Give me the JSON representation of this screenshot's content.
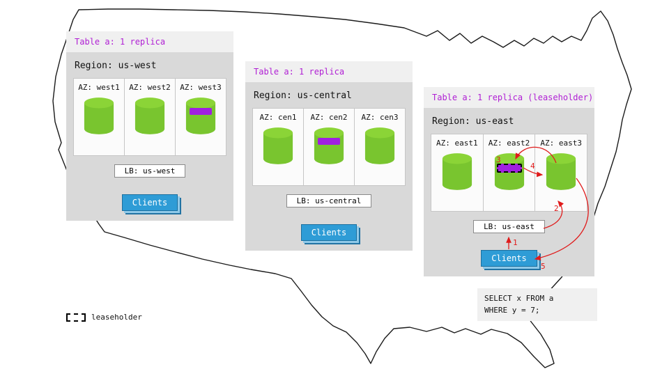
{
  "regions": [
    {
      "id": "us-west",
      "table_label": "Table a: 1 replica",
      "region_label": "Region: us-west",
      "azs": [
        {
          "label": "AZ: west1",
          "replica": false,
          "leaseholder": false
        },
        {
          "label": "AZ: west2",
          "replica": false,
          "leaseholder": false
        },
        {
          "label": "AZ: west3",
          "replica": true,
          "leaseholder": false
        }
      ],
      "lb_label": "LB: us-west",
      "clients_label": "Clients"
    },
    {
      "id": "us-central",
      "table_label": "Table a: 1 replica",
      "region_label": "Region: us-central",
      "azs": [
        {
          "label": "AZ: cen1",
          "replica": false,
          "leaseholder": false
        },
        {
          "label": "AZ: cen2",
          "replica": true,
          "leaseholder": false
        },
        {
          "label": "AZ: cen3",
          "replica": false,
          "leaseholder": false
        }
      ],
      "lb_label": "LB: us-central",
      "clients_label": "Clients"
    },
    {
      "id": "us-east",
      "table_label": "Table a: 1 replica (leaseholder)",
      "region_label": "Region: us-east",
      "azs": [
        {
          "label": "AZ: east1",
          "replica": false,
          "leaseholder": false
        },
        {
          "label": "AZ: east2",
          "replica": true,
          "leaseholder": true
        },
        {
          "label": "AZ: east3",
          "replica": false,
          "leaseholder": false
        }
      ],
      "lb_label": "LB: us-east",
      "clients_label": "Clients"
    }
  ],
  "query": {
    "line1": "SELECT x FROM a",
    "line2": "WHERE y = 7;"
  },
  "legend": {
    "label": "leaseholder"
  },
  "arrows": {
    "labels": [
      "1",
      "2",
      "3",
      "4",
      "5"
    ]
  },
  "colors": {
    "accent_title": "#b01fd4",
    "replica": "#a020e0",
    "cylinder_body": "#79c52f",
    "cylinder_top": "#8bd437",
    "clients": "#2e9cd6",
    "arrow": "#e01b1b"
  }
}
